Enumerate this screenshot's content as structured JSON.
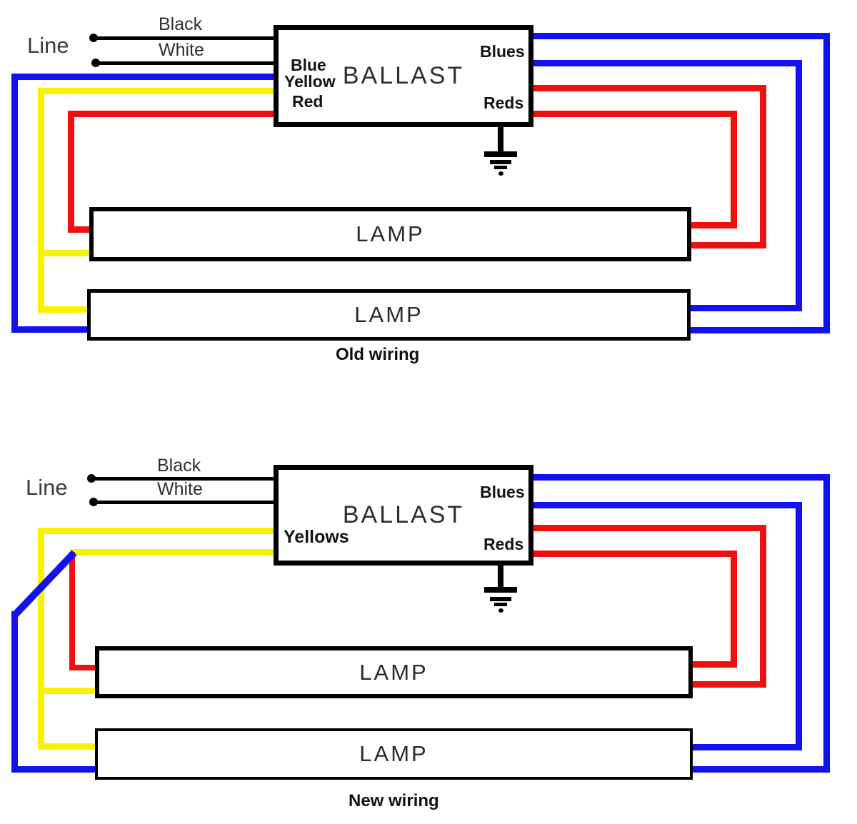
{
  "colors": {
    "wire_blue": "#1212ee",
    "wire_red": "#ef1010",
    "wire_yellow": "#f7f300",
    "wire_black": "#000000"
  },
  "old": {
    "caption": "Old wiring",
    "line_label": "Line",
    "wire_labels": {
      "hot": "Black",
      "neutral": "White"
    },
    "ballast": {
      "title": "BALLAST",
      "left_leads": [
        "Blue",
        "Yellow",
        "Red"
      ],
      "right_leads": [
        "Blues",
        "Reds"
      ]
    },
    "lamps": [
      "LAMP",
      "LAMP"
    ]
  },
  "new": {
    "caption": "New wiring",
    "line_label": "Line",
    "wire_labels": {
      "hot": "Black",
      "neutral": "White"
    },
    "ballast": {
      "title": "BALLAST",
      "left_leads": [
        "Yellows"
      ],
      "right_leads": [
        "Blues",
        "Reds"
      ]
    },
    "lamps": [
      "LAMP",
      "LAMP"
    ]
  }
}
